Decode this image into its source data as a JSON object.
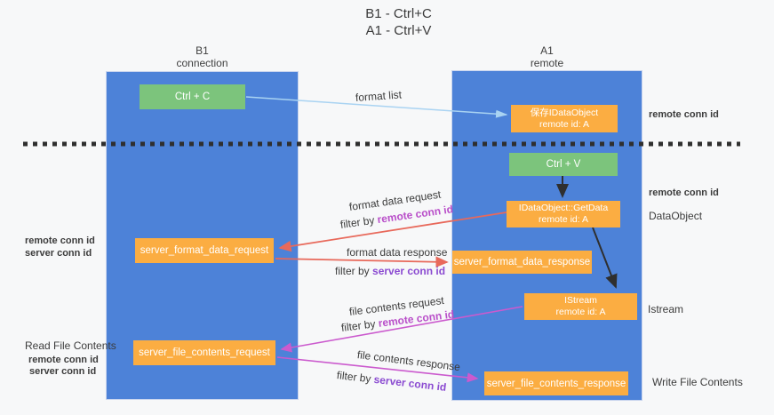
{
  "title": {
    "line1": "B1 - Ctrl+C",
    "line2": "A1 - Ctrl+V"
  },
  "lanes": {
    "left": {
      "name": "B1",
      "role": "connection"
    },
    "right": {
      "name": "A1",
      "role": "remote"
    }
  },
  "nodes": {
    "ctrl_c": {
      "label": "Ctrl + C"
    },
    "ctrl_v": {
      "label": "Ctrl + V"
    },
    "save_dataobject": {
      "line1": "保存IDataObject",
      "line2": "remote id: A"
    },
    "getdata": {
      "line1": "IDataObject::GetData",
      "line2": "remote id: A"
    },
    "istream": {
      "line1": "IStream",
      "line2": "remote id: A"
    },
    "server_format_data_request": {
      "label": "server_format_data_request"
    },
    "server_format_data_response": {
      "label": "server_format_data_response"
    },
    "server_file_contents_request": {
      "label": "server_file_contents_request"
    },
    "server_file_contents_response": {
      "label": "server_file_contents_response"
    }
  },
  "arrow_labels": {
    "format_list": "format list",
    "format_data_request": "format data request",
    "format_data_response": "format data response",
    "file_contents_request": "file contents request",
    "file_contents_response": "file contents response",
    "filter_by": "filter by ",
    "remote_conn_id": "remote conn id",
    "server_conn_id": "server conn id"
  },
  "side_labels": {
    "remote_conn_id": "remote conn id",
    "server_conn_id": "server conn id",
    "dataobject": "DataObject",
    "istream": "Istream",
    "read_file_contents": "Read File Contents",
    "write_file_contents": "Write File Contents"
  },
  "colors": {
    "lane_blue": "#4d82d8",
    "node_green": "#7cc47c",
    "node_orange": "#fbad42",
    "arrow_lightblue": "#a9d3f2",
    "arrow_red": "#e8695b",
    "arrow_magenta": "#cb5ace",
    "arrow_black": "#2f2f2f",
    "separator_dash": "#2f2f2f",
    "text_magenta": "#b94fc9",
    "text_violet": "#8b4bd1",
    "text_green": "#5cb85c"
  }
}
